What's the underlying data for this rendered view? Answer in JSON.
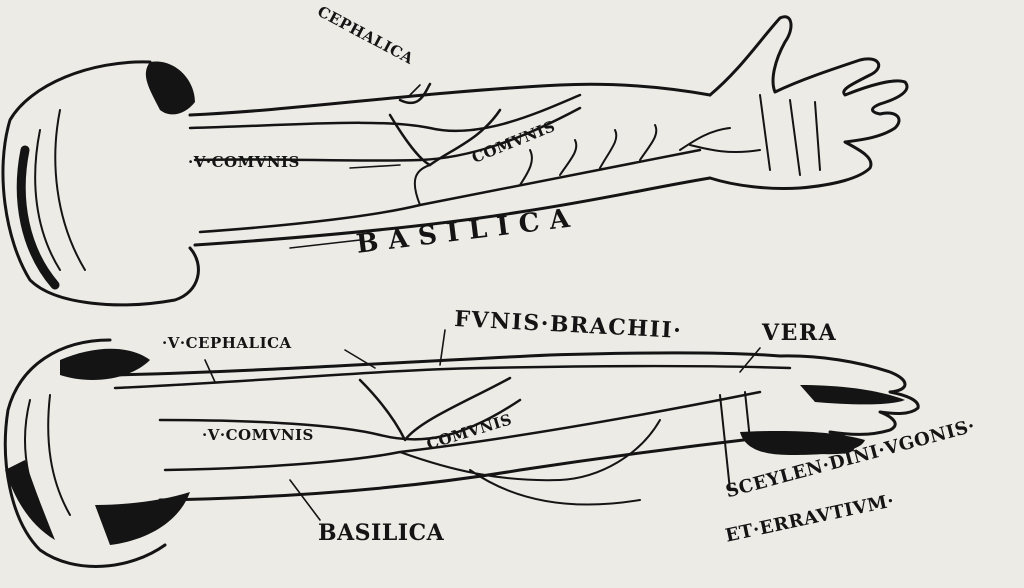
{
  "labels": {
    "top_cephalica": "CEPHALICA",
    "top_v_comunis": "·V·COMVNIS",
    "top_comunis": "COMVNIS",
    "top_basilica": "BASILICA",
    "bottom_v_cephalica": "·V·CEPHALICA",
    "bottom_funis_brachii": "FVNIS·BRACHII·",
    "bottom_vera": "VERA",
    "bottom_v_comunis": "·V·COMVNIS",
    "bottom_comunis": "COMVNIS",
    "bottom_sceylen": "SCEYLEN·DINI·VGONIS·",
    "bottom_et_errantium": "ET·ERRAVTIVM·",
    "bottom_basilica": "BASILICA"
  },
  "colors": {
    "ink": "#141414",
    "paper": "#ecebe6"
  }
}
